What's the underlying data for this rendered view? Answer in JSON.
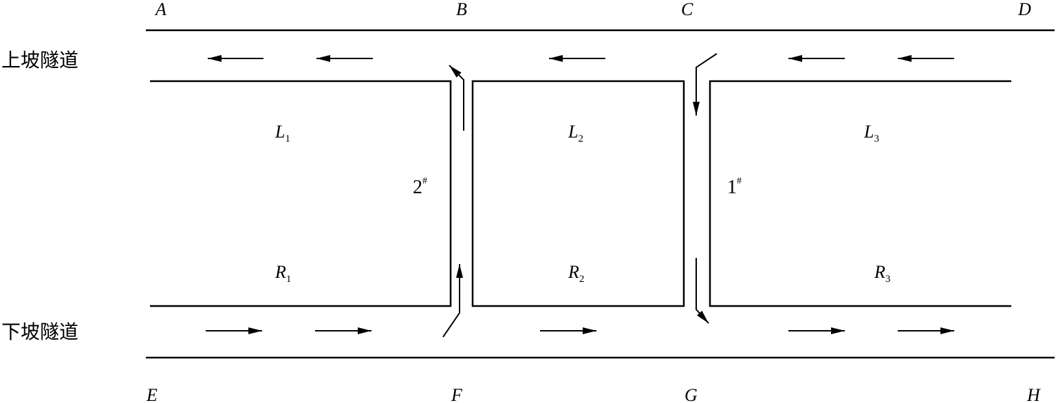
{
  "tunnels": {
    "upper": "上坡隧道",
    "lower": "下坡隧道"
  },
  "points": {
    "A": "A",
    "B": "B",
    "C": "C",
    "D": "D",
    "E": "E",
    "F": "F",
    "G": "G",
    "H": "H"
  },
  "segments_upper": [
    {
      "letter": "L",
      "sub": "1"
    },
    {
      "letter": "L",
      "sub": "2"
    },
    {
      "letter": "L",
      "sub": "3"
    }
  ],
  "segments_lower": [
    {
      "letter": "R",
      "sub": "1"
    },
    {
      "letter": "R",
      "sub": "2"
    },
    {
      "letter": "R",
      "sub": "3"
    }
  ],
  "passages": {
    "p2": {
      "num": "2",
      "mark": "#"
    },
    "p1": {
      "num": "1",
      "mark": "#"
    }
  }
}
